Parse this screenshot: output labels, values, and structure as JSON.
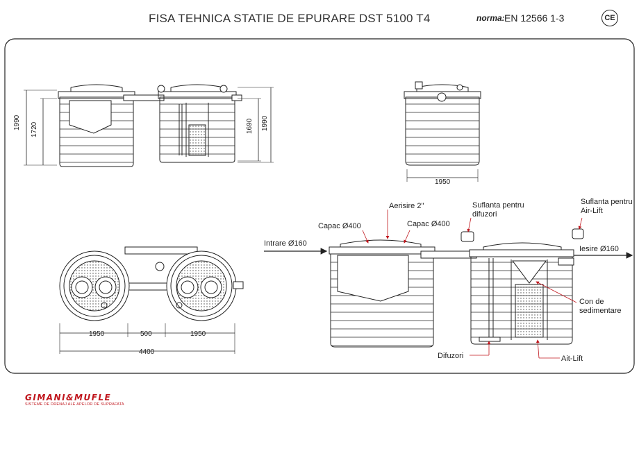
{
  "header": {
    "title": "FISA TEHNICA STATIE DE EPURARE DST 5100 T4",
    "norma_label": "norma:",
    "norma_value": "EN 12566 1-3",
    "ce_mark": "CE"
  },
  "dimensions": {
    "side_height_total": "1990",
    "side_height_inner": "1720",
    "side_height_right_inner": "1690",
    "side_height_right_total": "1990",
    "front_width": "1950",
    "top_width_left": "1950",
    "top_gap": "500",
    "top_width_right": "1950",
    "top_total": "4400"
  },
  "labels": {
    "aerisire": "Aerisire 2\"",
    "capac_left": "Capac Ø400",
    "capac_right": "Capac Ø400",
    "suflanta_difuzori_1": "Suflanta pentru",
    "suflanta_difuzori_2": "difuzori",
    "suflanta_airlift_1": "Suflanta pentru",
    "suflanta_airlift_2": "Air-Lift",
    "intrare": "Intrare Ø160",
    "iesire": "Iesire Ø160",
    "con_1": "Con de",
    "con_2": "sedimentare",
    "difuzori": "Difuzori",
    "airlift": "Ait-Lift"
  },
  "logo": {
    "name": "GIMANI&MUFLE",
    "tagline": "SISTEME DE DRENAJ ALE APELOR DE SUPRAFATA"
  },
  "colors": {
    "accent_red": "#c0161d",
    "line": "#222222"
  }
}
